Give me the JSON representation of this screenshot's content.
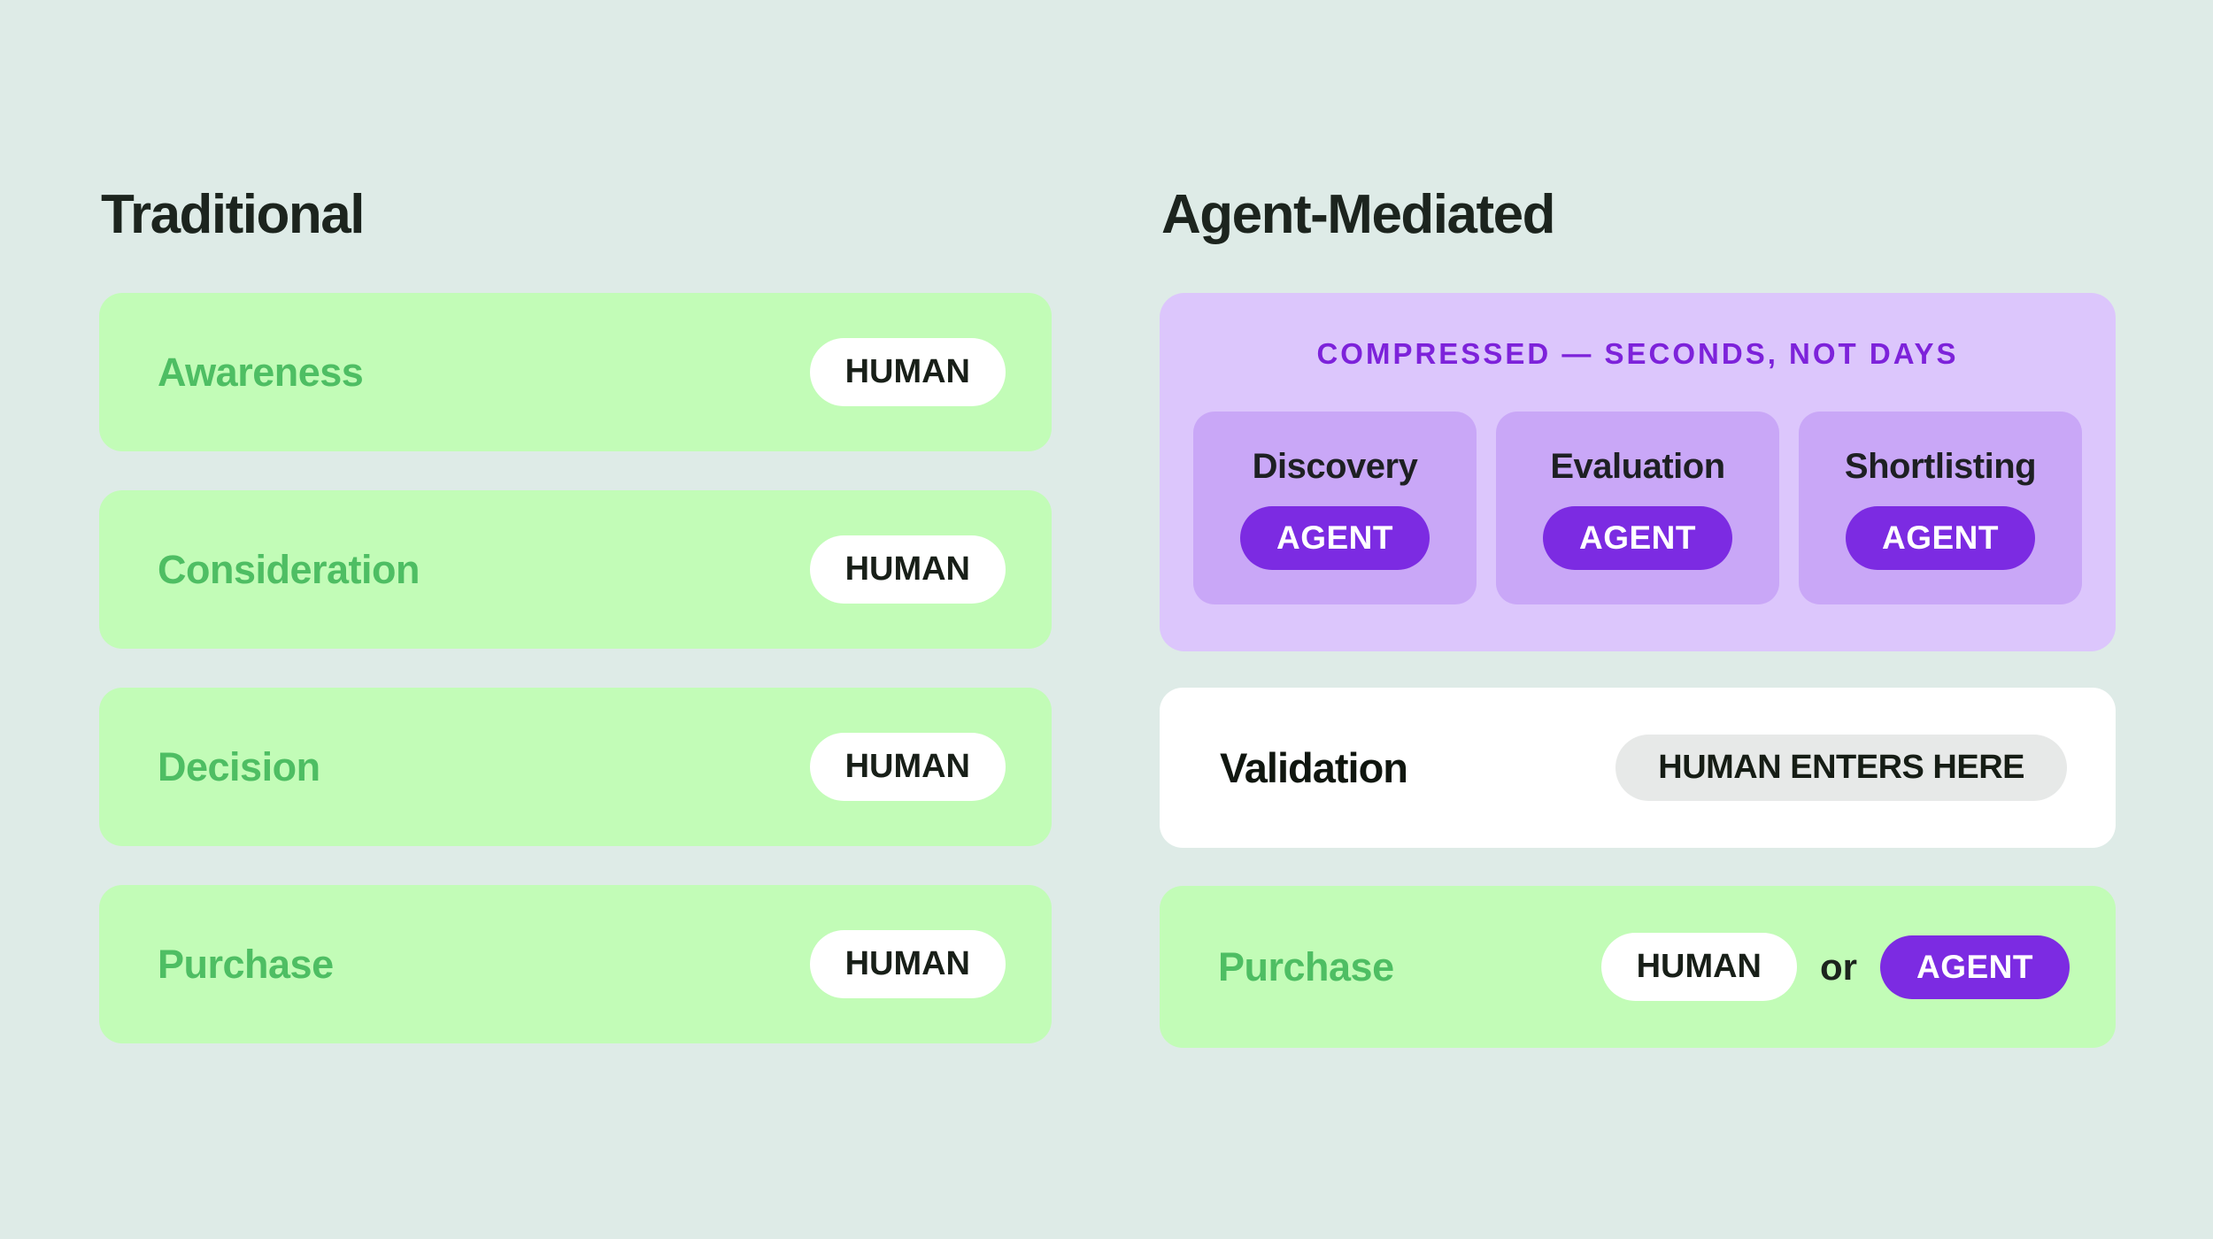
{
  "colors": {
    "page_background": "#deebe7",
    "green_row_background": "#c2fcb7",
    "green_text": "#4ebe63",
    "dark_text": "#1c241e",
    "purple_panel_background": "#dcc6fc",
    "purple_card_background": "#c9a7f7",
    "purple_header_text": "#7d22da",
    "agent_pill_background": "#7c2be2",
    "gray_pill_background": "#e7e9e8",
    "white_pill_background": "#ffffff"
  },
  "left": {
    "title": "Traditional",
    "rows": [
      {
        "label": "Awareness",
        "badge": "HUMAN"
      },
      {
        "label": "Consideration",
        "badge": "HUMAN"
      },
      {
        "label": "Decision",
        "badge": "HUMAN"
      },
      {
        "label": "Purchase",
        "badge": "HUMAN"
      }
    ]
  },
  "right": {
    "title": "Agent-Mediated",
    "compressed": {
      "header": "COMPRESSED — SECONDS, NOT DAYS",
      "stages": [
        {
          "label": "Discovery",
          "badge": "AGENT"
        },
        {
          "label": "Evaluation",
          "badge": "AGENT"
        },
        {
          "label": "Shortlisting",
          "badge": "AGENT"
        }
      ]
    },
    "validation": {
      "label": "Validation",
      "badge": "HUMAN ENTERS HERE"
    },
    "purchase": {
      "label": "Purchase",
      "badge_human": "HUMAN",
      "connector": "or",
      "badge_agent": "AGENT"
    }
  }
}
